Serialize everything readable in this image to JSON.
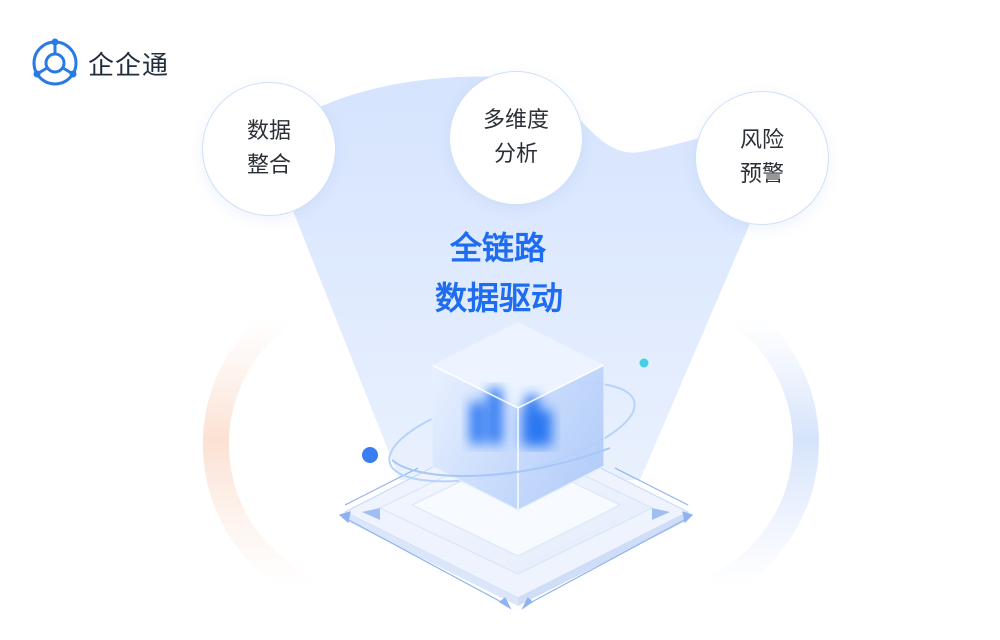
{
  "brand": {
    "name": "企企通",
    "logo_icon": "tri-node-logo-icon"
  },
  "bubbles": [
    {
      "line1": "数据",
      "line2": "整合"
    },
    {
      "line1": "多维度",
      "line2": "分析"
    },
    {
      "line1": "风险",
      "line2": "预警"
    }
  ],
  "headline": {
    "line1": "全链路",
    "line2": "数据驱动"
  },
  "colors": {
    "accent": "#1e6cf0",
    "beam": "#d9e6fd",
    "ring_left": "#fbe3d6",
    "ring_right": "#dce7fb"
  }
}
